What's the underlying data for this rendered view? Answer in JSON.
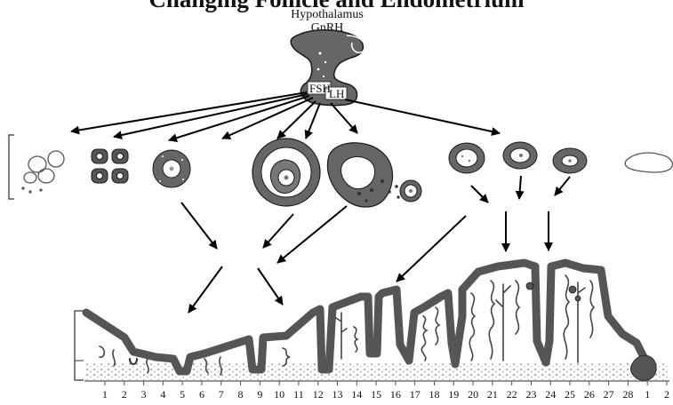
{
  "title": "Changing Follicle and Endometrium",
  "hypothalamus": {
    "label": "Hypothalamus",
    "hormone": "GnRH"
  },
  "pituitary": {
    "hormones": [
      "FSH",
      "LH"
    ]
  },
  "colors": {
    "tissue": "#555555",
    "outline": "#1a1a1a",
    "arrow": "#000000"
  },
  "days": [
    "1",
    "2",
    "3",
    "4",
    "5",
    "6",
    "7",
    "8",
    "9",
    "10",
    "11",
    "12",
    "13",
    "14",
    "15",
    "16",
    "17",
    "18",
    "19",
    "20",
    "21",
    "22",
    "23",
    "24",
    "25",
    "26",
    "27",
    "28",
    "1",
    "2"
  ]
}
